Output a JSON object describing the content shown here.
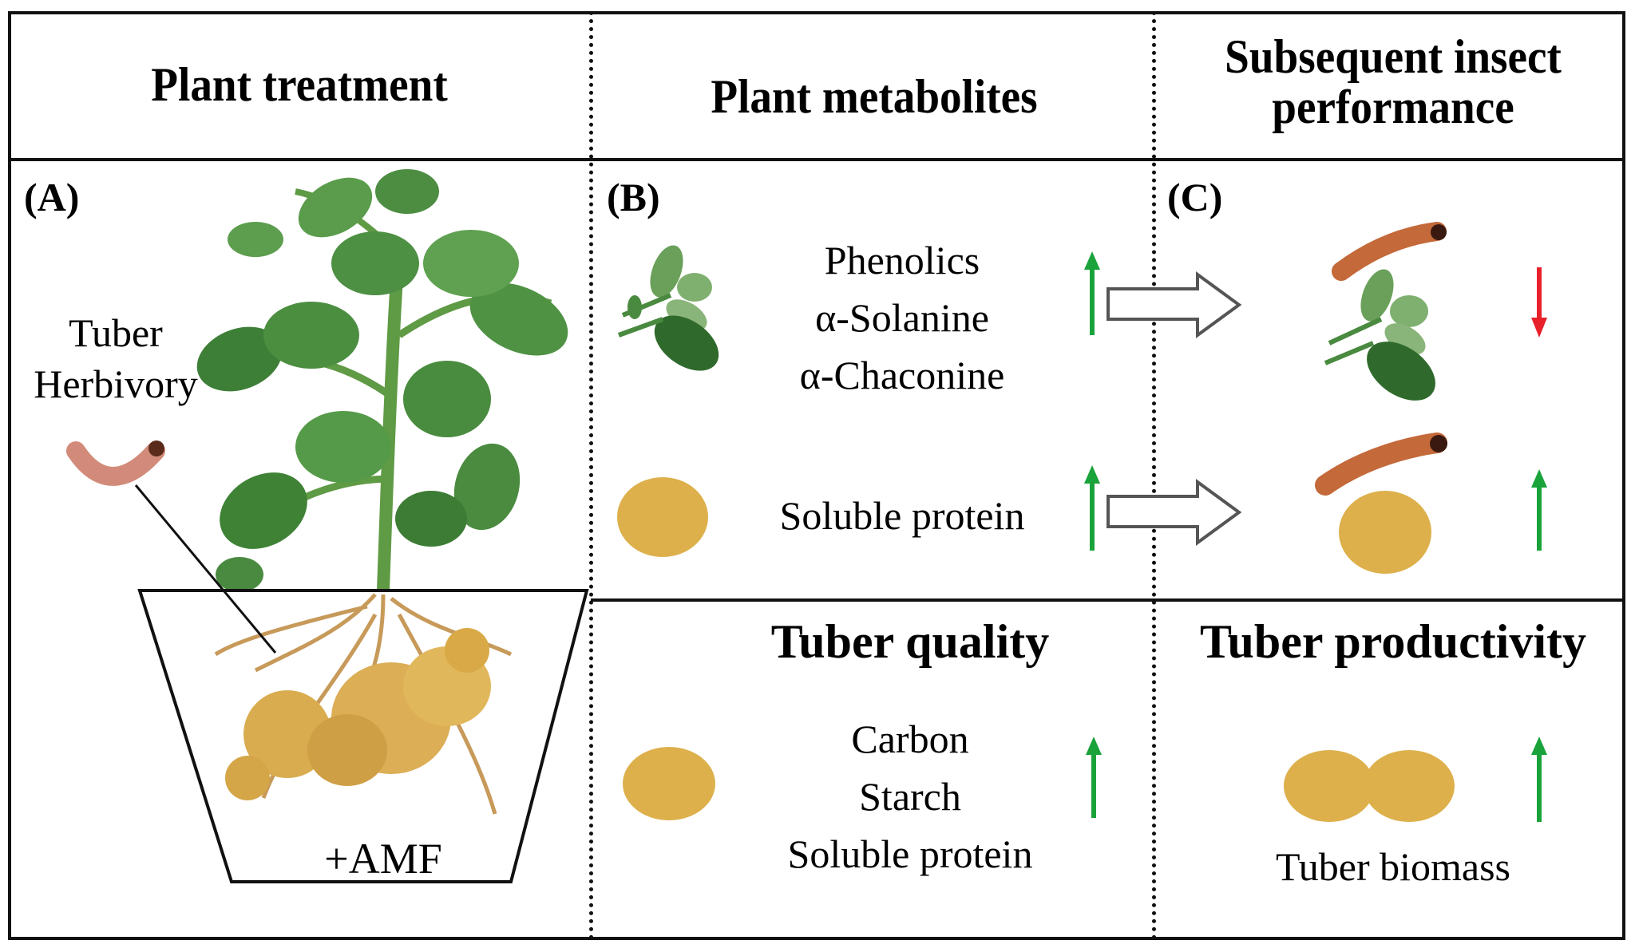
{
  "headers": {
    "col1": "Plant treatment",
    "col2": "Plant metabolites",
    "col3_line1": "Subsequent insect",
    "col3_line2": "performance"
  },
  "panel_a": {
    "label": "(A)",
    "herbivory_line1": "Tuber",
    "herbivory_line2": "Herbivory",
    "treatment": "+AMF"
  },
  "panel_b": {
    "label": "(B)",
    "leaf_metabolites": [
      "Phenolics",
      "α-Solanine",
      "α-Chaconine"
    ],
    "leaf_trend": "increase",
    "tuber_metabolite": "Soluble protein",
    "tuber_trend": "increase"
  },
  "panel_c": {
    "label": "(C)",
    "leaf_insect_trend": "decrease",
    "tuber_insect_trend": "increase"
  },
  "tuber_quality": {
    "title": "Tuber quality",
    "items": [
      "Carbon",
      "Starch",
      "Soluble protein"
    ],
    "trend": "increase"
  },
  "tuber_productivity": {
    "title": "Tuber productivity",
    "item": "Tuber biomass",
    "trend": "increase"
  },
  "colors": {
    "increase_arrow": "#1aa33a",
    "decrease_arrow": "#e8202a",
    "leaf": "#3f8a3a",
    "tuber": "#e0b84a",
    "larva": "#c56a3a"
  }
}
